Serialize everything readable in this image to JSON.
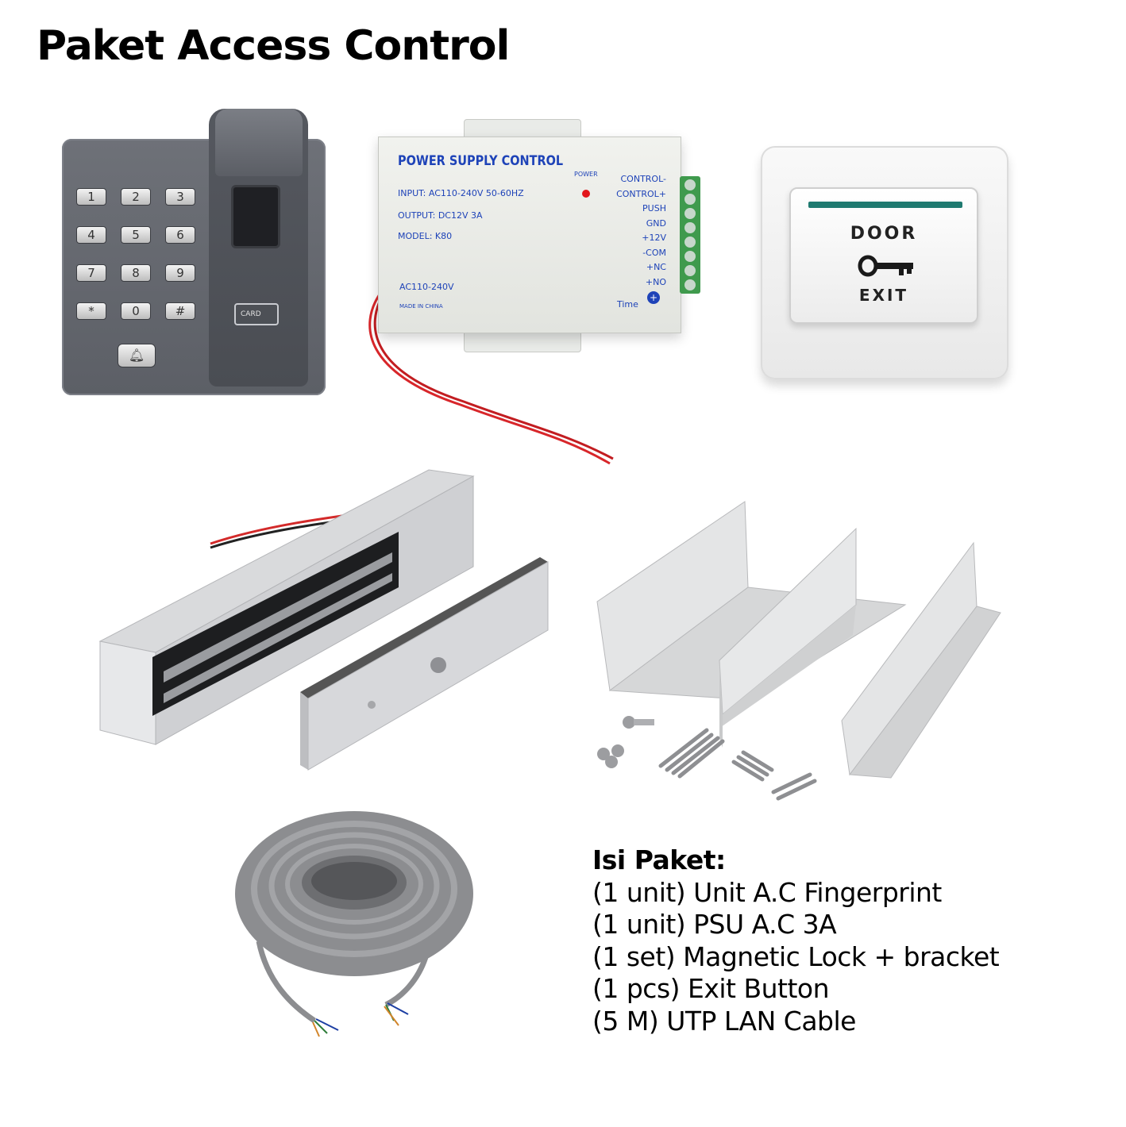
{
  "title": "Paket Access Control",
  "keypad": {
    "keys": [
      "1",
      "2",
      "3",
      "4",
      "5",
      "6",
      "7",
      "8",
      "9",
      "*",
      "0",
      "#"
    ],
    "card_label": "CARD",
    "bell_icon": "bell-icon"
  },
  "psu": {
    "title": "POWER SUPPLY CONTROL",
    "input": "INPUT: AC110-240V 50-60HZ",
    "output": "OUTPUT: DC12V 3A",
    "model": "MODEL: K80",
    "power_label": "POWER",
    "terminals": [
      "CONTROL-",
      "CONTROL+",
      "PUSH",
      "GND",
      "+12V",
      "-COM",
      "+NC",
      "+NO"
    ],
    "ac_label": "AC110-240V",
    "made_in": "MADE IN CHINA",
    "time_label": "Time",
    "led_color": "#e2161b",
    "text_color": "#1e43b8"
  },
  "exit_button": {
    "top_label": "DOOR",
    "bottom_label": "EXIT",
    "strip_color": "#1f7a70",
    "icon": "key-icon"
  },
  "contents": {
    "heading": "Isi Paket:",
    "items": [
      "(1 unit) Unit A.C Fingerprint",
      "(1 unit) PSU A.C 3A",
      "(1 set) Magnetic Lock + bracket",
      "(1 pcs) Exit Button",
      "(5 M) UTP LAN Cable"
    ]
  }
}
